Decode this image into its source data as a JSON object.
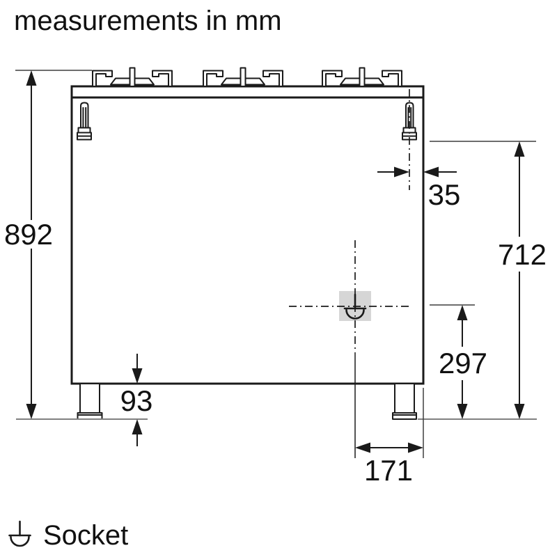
{
  "title": "measurements in mm",
  "dimensions": {
    "overall_height": "892",
    "gas_connection_offset": "35",
    "gas_connection_height": "712",
    "socket_height": "297",
    "leg_height": "93",
    "socket_offset": "171"
  },
  "legend": {
    "socket_label": "Socket",
    "socket_icon": "socket-symbol"
  },
  "colors": {
    "line": "#1a1a1a",
    "extension_line": "#3d3d3d",
    "floor_line": "#808080",
    "socket_marker_bg": "#d6d6d6",
    "background": "#ffffff"
  }
}
